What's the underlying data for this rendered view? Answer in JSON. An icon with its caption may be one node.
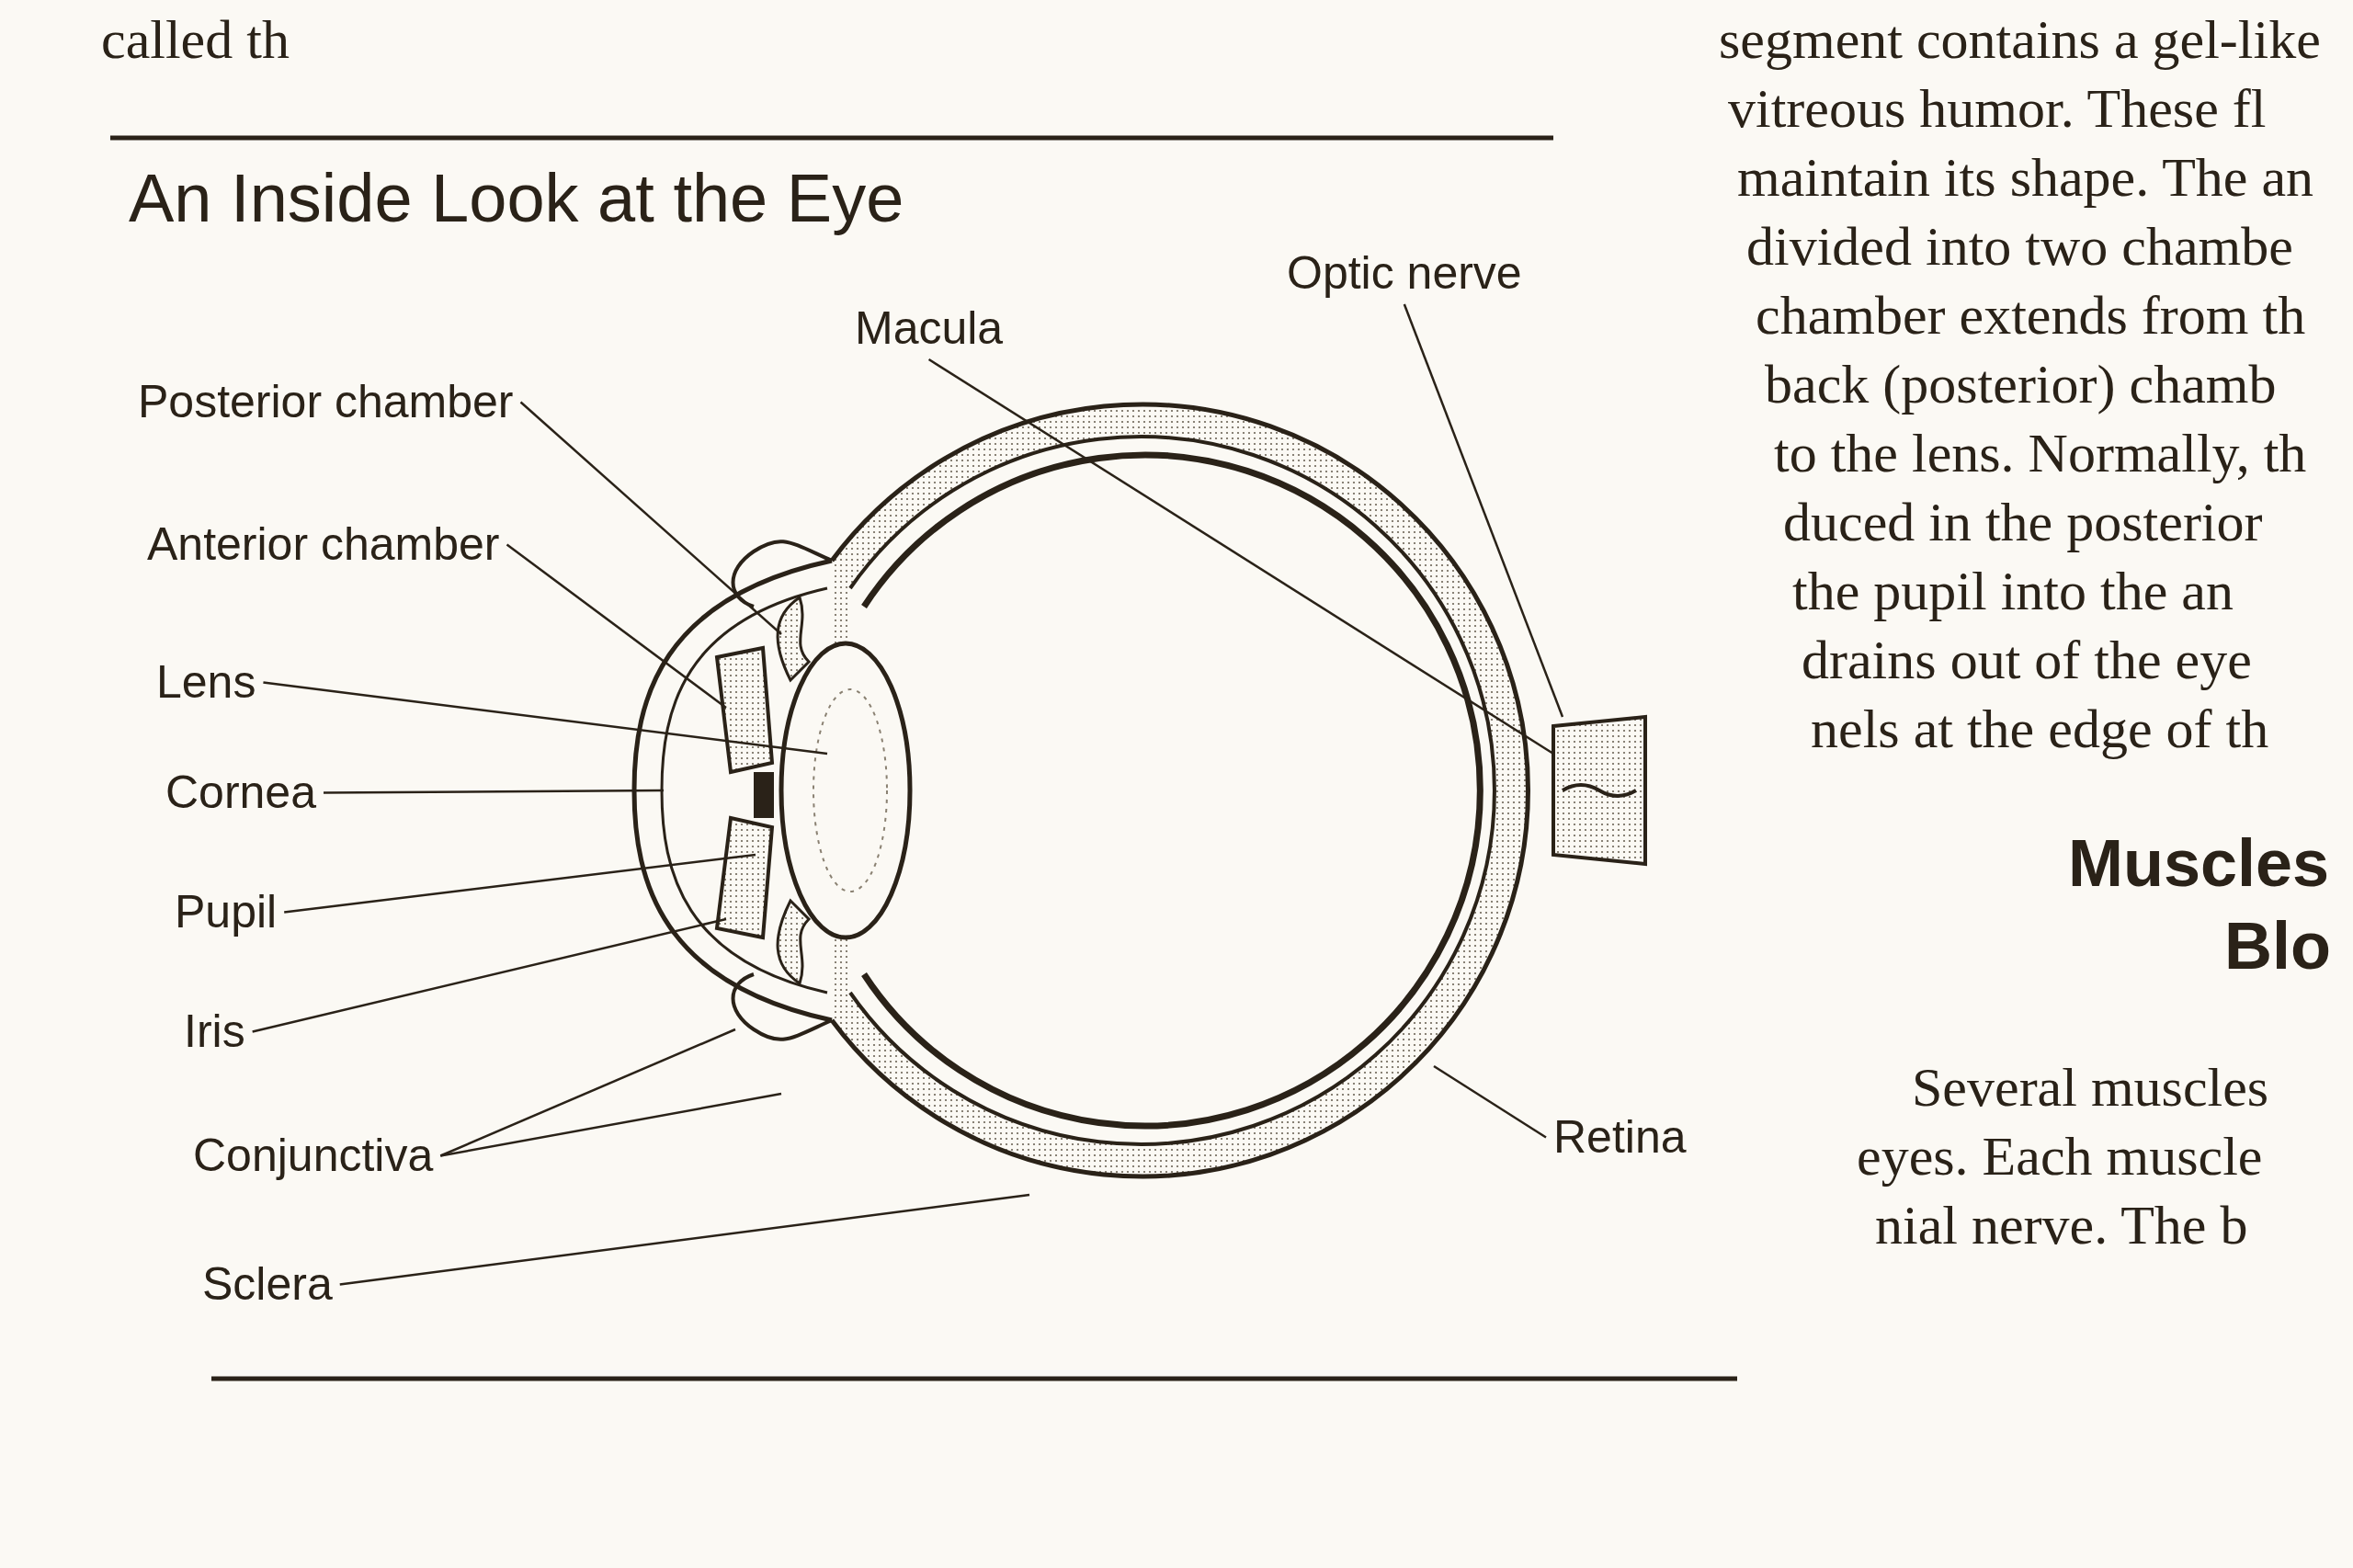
{
  "diagram": {
    "title": "An Inside Look at the Eye",
    "nodes": [
      {
        "text": [
          "Posterior chamber"
        ]
      },
      {
        "text": [
          "Anterior chamber"
        ]
      },
      {
        "text": [
          "Lens"
        ]
      },
      {
        "text": [
          "Cornea"
        ]
      },
      {
        "text": [
          "Pupil"
        ]
      },
      {
        "text": [
          "Iris"
        ]
      },
      {
        "text": [
          "Conjunctiva"
        ]
      },
      {
        "text": [
          "Sclera"
        ]
      },
      {
        "text": [
          "Macula"
        ]
      },
      {
        "text": [
          "Optic nerve"
        ]
      },
      {
        "text": [
          "Retina"
        ]
      }
    ],
    "edges": [
      {
        "from": 0,
        "to": null,
        "arrow": "none"
      },
      {
        "from": 1,
        "to": null,
        "arrow": "none"
      },
      {
        "from": 2,
        "to": null,
        "arrow": "none"
      },
      {
        "from": 3,
        "to": null,
        "arrow": "none"
      },
      {
        "from": 4,
        "to": null,
        "arrow": "none"
      },
      {
        "from": 5,
        "to": null,
        "arrow": "none"
      },
      {
        "from": 6,
        "to": null,
        "arrow": "none"
      },
      {
        "from": 6,
        "to": null,
        "arrow": "none"
      },
      {
        "from": 7,
        "to": null,
        "arrow": "none"
      },
      {
        "from": 8,
        "to": null,
        "arrow": "none"
      },
      {
        "from": 9,
        "to": null,
        "arrow": "none"
      },
      {
        "from": 10,
        "to": null,
        "arrow": "none"
      }
    ],
    "labels": [
      "called th",
      "segment contains a gel-like",
      "vitreous humor. These fl",
      "maintain its shape. The an",
      "divided into two chambe",
      "chamber extends from th",
      "back (posterior) chamb",
      "to the lens. Normally, th",
      "duced in the posterior",
      "the pupil into the an",
      "drains out of the eye",
      "nels at the edge of th",
      "Muscles",
      "Blo",
      "Several muscles",
      "eyes. Each muscle",
      "nial nerve. The b"
    ]
  }
}
